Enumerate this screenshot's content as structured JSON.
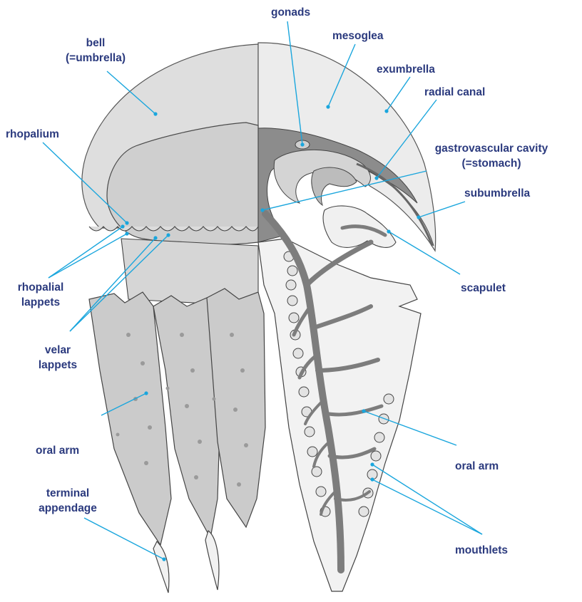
{
  "labels": {
    "gonads": "gonads",
    "mesoglea": "mesoglea",
    "bell_line1": "bell",
    "bell_line2": "(=umbrella)",
    "exumbrella": "exumbrella",
    "radial_canal": "radial canal",
    "rhopalium": "rhopalium",
    "gastro_line1": "gastrovascular cavity",
    "gastro_line2": "(=stomach)",
    "subumbrella": "subumbrella",
    "scapulet": "scapulet",
    "rhopalial_line1": "rhopalial",
    "rhopalial_line2": "lappets",
    "velar_line1": "velar",
    "velar_line2": "lappets",
    "oral_arm_left": "oral arm",
    "oral_arm_right": "oral arm",
    "terminal_line1": "terminal",
    "terminal_line2": "appendage",
    "mouthlets": "mouthlets"
  },
  "colors": {
    "label_text": "#2b3a7e",
    "leader_line": "#1aa6dd"
  }
}
